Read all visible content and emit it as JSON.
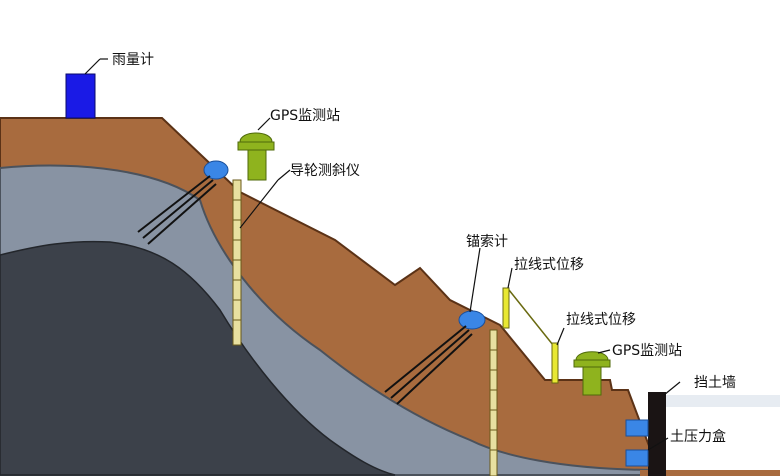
{
  "labels": {
    "rain_gauge": "雨量计",
    "gps_station_top": "GPS监测站",
    "inclinometer": "导轮测斜仪",
    "anchor_meter": "锚索计",
    "wire_disp_1": "拉线式位移",
    "wire_disp_2": "拉线式位移",
    "gps_station_bottom": "GPS监测站",
    "retaining_wall": "挡土墙",
    "earth_pressure_box": "土压力盒"
  },
  "colors": {
    "soil": "#a86b3e",
    "soil_edge": "#6b3a1a",
    "gray_rock": "#8893a3",
    "dark_rock": "#3c414a",
    "rain_gauge": "#1a1ae6",
    "gps_station": "#8fb31e",
    "sensor_blue": "#3a86e6",
    "wire": "#e8e832",
    "wall": "#1a1414"
  }
}
